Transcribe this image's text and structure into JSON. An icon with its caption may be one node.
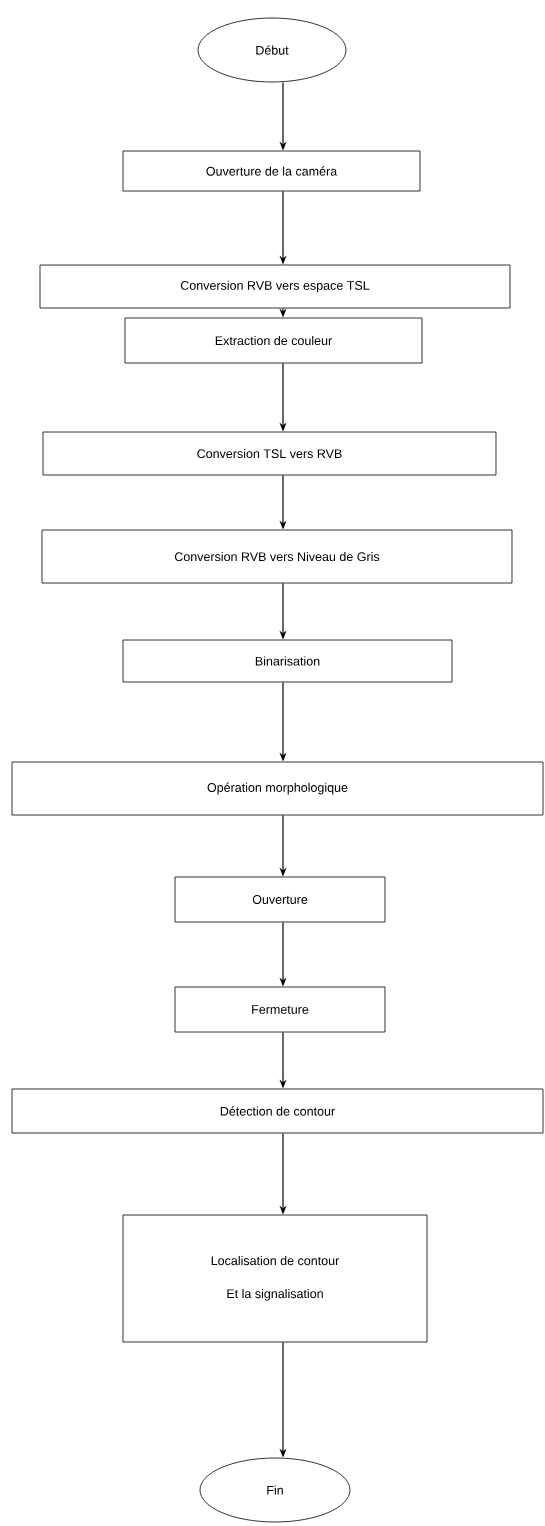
{
  "diagram": {
    "nodes": [
      {
        "text": [
          "Début"
        ]
      },
      {
        "text": [
          "Ouverture de la caméra"
        ]
      },
      {
        "text": [
          "Conversion  RVB vers espace TSL"
        ]
      },
      {
        "text": [
          "Extraction de couleur"
        ]
      },
      {
        "text": [
          "Conversion TSL vers RVB"
        ]
      },
      {
        "text": [
          "Conversion  RVB vers Niveau de Gris"
        ]
      },
      {
        "text": [
          "Binarisation"
        ]
      },
      {
        "text": [
          "Opération morphologique"
        ]
      },
      {
        "text": [
          "Ouverture"
        ]
      },
      {
        "text": [
          "Fermeture"
        ]
      },
      {
        "text": [
          "Détection de contour"
        ]
      },
      {
        "text": [
          "Localisation de contour",
          "Et la signalisation"
        ]
      },
      {
        "text": [
          "Fin"
        ]
      }
    ],
    "edges": [
      {
        "from": 0,
        "to": 1,
        "arrow": "to"
      },
      {
        "from": 1,
        "to": 2,
        "arrow": "to"
      },
      {
        "from": 2,
        "to": 3,
        "arrow": "to"
      },
      {
        "from": 3,
        "to": 4,
        "arrow": "to"
      },
      {
        "from": 4,
        "to": 5,
        "arrow": "to"
      },
      {
        "from": 5,
        "to": 6,
        "arrow": "to"
      },
      {
        "from": 6,
        "to": 7,
        "arrow": "to"
      },
      {
        "from": 7,
        "to": 8,
        "arrow": "to"
      },
      {
        "from": 8,
        "to": 9,
        "arrow": "to"
      },
      {
        "from": 9,
        "to": 10,
        "arrow": "to"
      },
      {
        "from": 10,
        "to": 11,
        "arrow": "to"
      },
      {
        "from": 11,
        "to": 12,
        "arrow": "to"
      }
    ]
  }
}
